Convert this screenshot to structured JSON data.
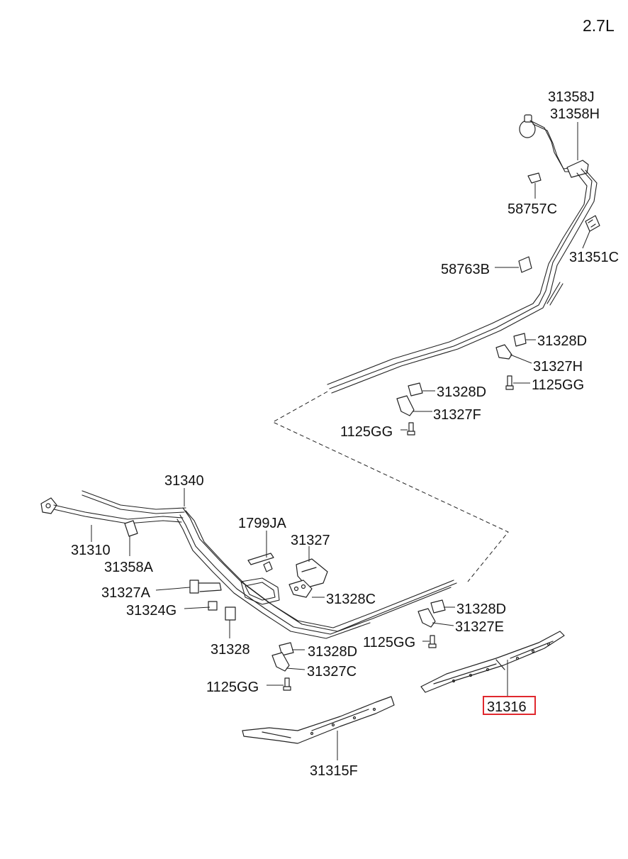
{
  "engine_label": "2.7L",
  "highlight_color": "#e0282e",
  "callouts": {
    "p31358J": "31358J",
    "p31358H": "31358H",
    "p58757C": "58757C",
    "p31351C": "31351C",
    "p58763B": "58763B",
    "p31328D_a": "31328D",
    "p31327H": "31327H",
    "p1125GG_a": "1125GG",
    "p31328D_b": "31328D",
    "p31327F": "31327F",
    "p1125GG_b": "1125GG",
    "p31340": "31340",
    "p1799JA": "1799JA",
    "p31327": "31327",
    "p31310": "31310",
    "p31358A": "31358A",
    "p31327A": "31327A",
    "p31324G": "31324G",
    "p31328C": "31328C",
    "p31328D_c": "31328D",
    "p31327E": "31327E",
    "p1125GG_c": "1125GG",
    "p31328": "31328",
    "p31328D_d": "31328D",
    "p31327C": "31327C",
    "p1125GG_d": "1125GG",
    "p31316": "31316",
    "p31315F": "31315F"
  },
  "highlighted_part": "31316"
}
